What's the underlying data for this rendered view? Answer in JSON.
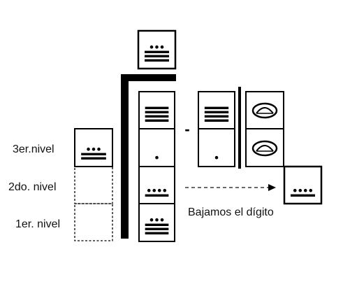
{
  "level_labels": {
    "third": "3er.nivel",
    "second": "2do. nivel",
    "first": "1er. nivel"
  },
  "operation_symbol": "-",
  "annotation": "Bajamos el dígito",
  "colors": {
    "ink": "#000000",
    "paper": "#ffffff",
    "dash": "#111111"
  },
  "glyphs": {
    "divisor_top": {
      "bars": 3,
      "dots": 3
    },
    "left_3rd_level": {
      "bars": 2,
      "dots": 3
    },
    "dividend_3rd": {
      "bars": 4,
      "dots": 0
    },
    "dividend_2nd": {
      "bars": 0,
      "dots": 1
    },
    "dividend_1st": {
      "bars": 1,
      "dots": 4
    },
    "dividend_extra": {
      "bars": 3,
      "dots": 3
    },
    "subtrahend_top": {
      "bars": 4,
      "dots": 0
    },
    "subtrahend_bottom": {
      "bars": 0,
      "dots": 1
    },
    "zero_top": "shell-zero",
    "zero_bottom": "shell-zero",
    "result": {
      "bars": 1,
      "dots": 4
    }
  }
}
